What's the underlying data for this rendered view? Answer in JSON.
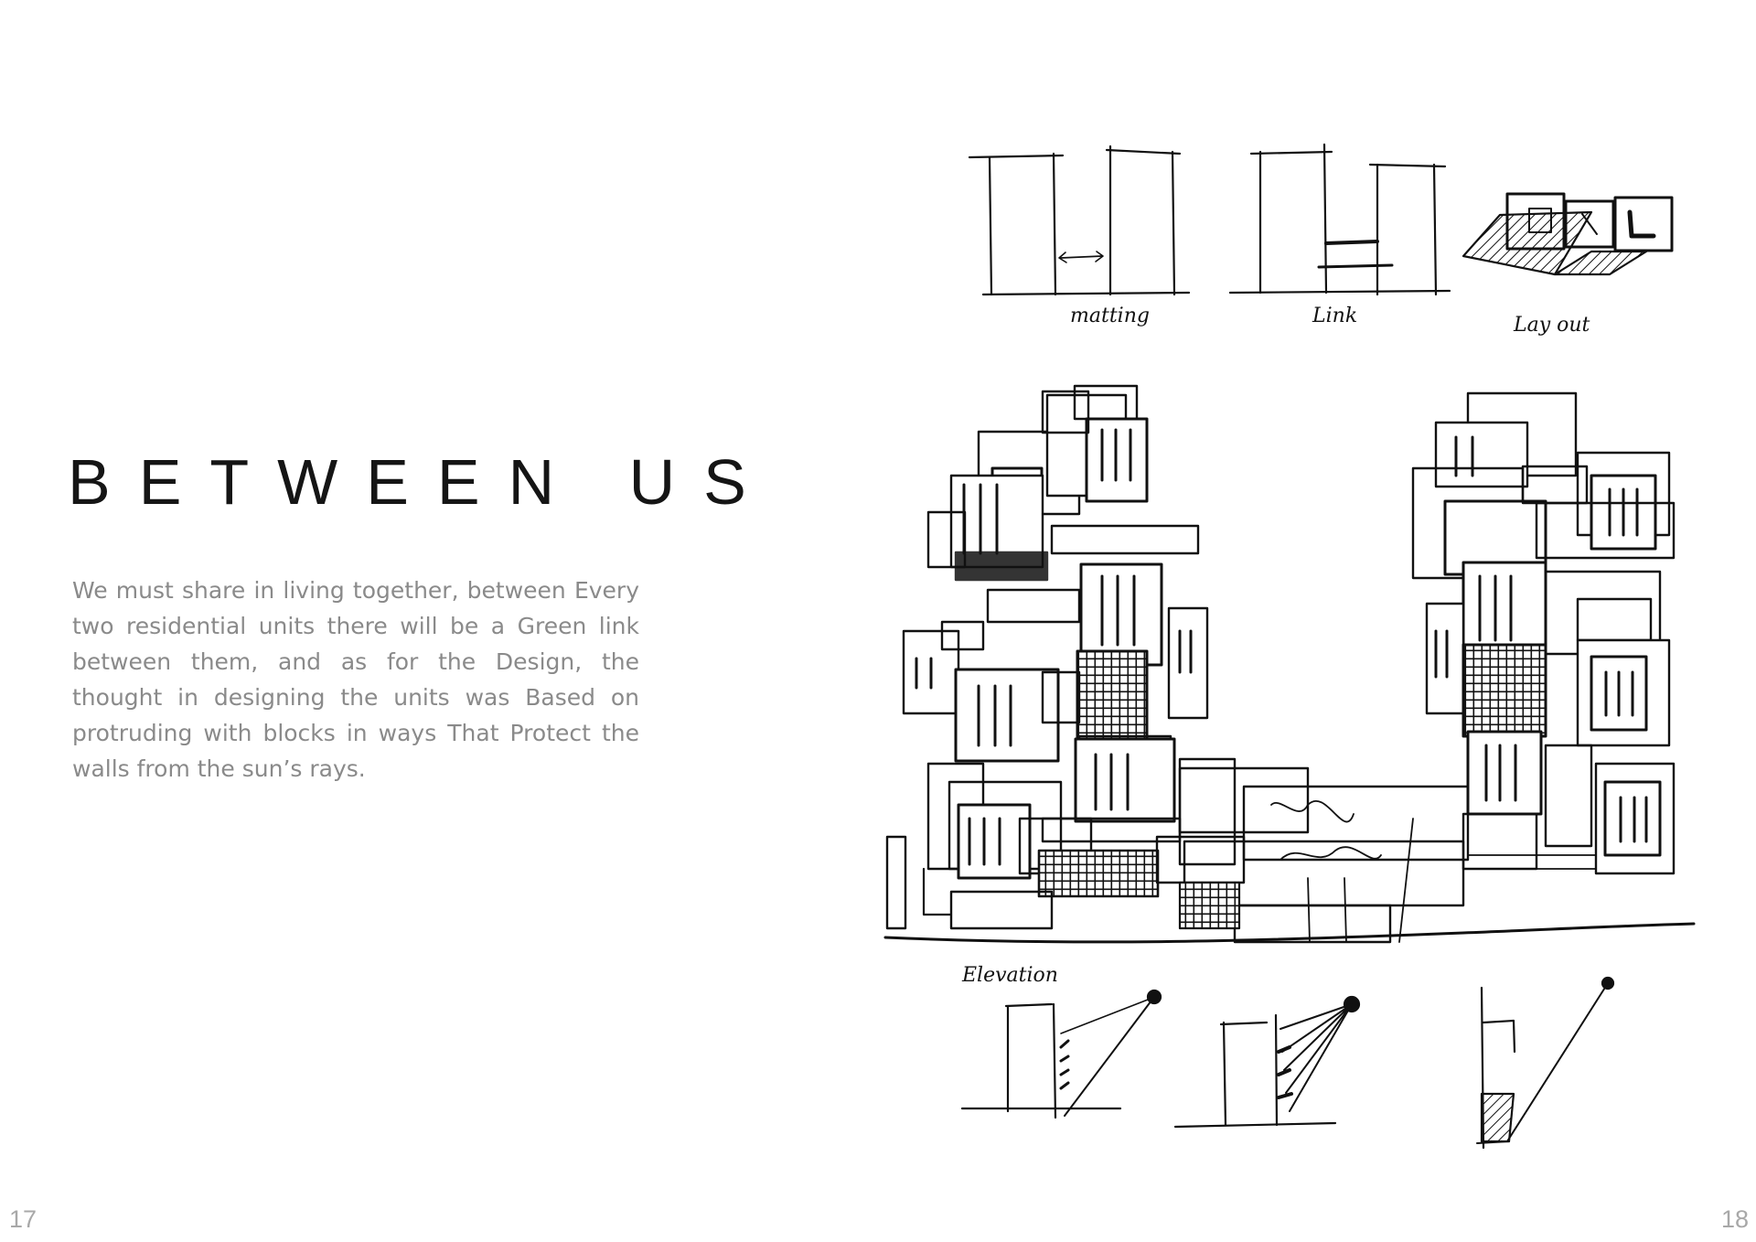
{
  "spread": {
    "title": "BETWEEN US",
    "body": "We must share in living together, between Every two residential units there will be a Green link between them, and as for the Design, the thought in designing the units was Based on protruding with blocks in ways That Protect the walls from the sun’s rays.",
    "page_left": "17",
    "page_right": "18"
  },
  "sketches": {
    "labels": {
      "matting": "matting",
      "link": "Link",
      "layout": "Lay out",
      "elevation": "Elevation"
    }
  },
  "colors": {
    "title": "#151515",
    "body_text": "#8a8a8a",
    "page_numbers": "#a8a8a8",
    "ink": "#111111"
  }
}
